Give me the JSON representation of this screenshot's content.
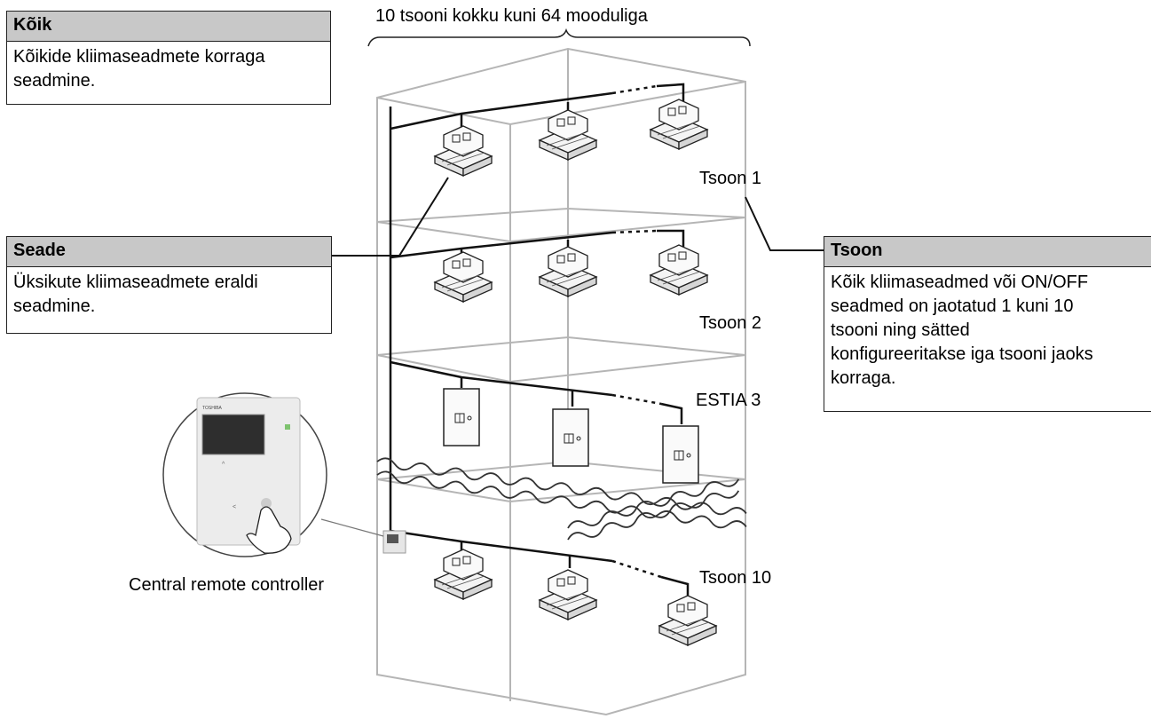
{
  "labels": {
    "top": "10 tsooni kokku kuni 64 mooduliga",
    "zone1": "Tsoon 1",
    "zone2": "Tsoon 2",
    "estia": "ESTIA 3",
    "zone10": "Tsoon 10",
    "controller": "Central remote controller"
  },
  "boxes": {
    "koik": {
      "title": "Kõik",
      "lines": [
        "Kõikide kliimaseadmete korraga",
        "seadmine."
      ]
    },
    "seade": {
      "title": "Seade",
      "lines": [
        "Üksikute kliimaseadmete eraldi",
        "seadmine."
      ]
    },
    "tsoon": {
      "title": "Tsoon",
      "lines": [
        "Kõik kliimaseadmed või ON/OFF",
        "seadmed on jaotatud 1 kuni 10",
        "tsooni ning sätted",
        "konfigureeritakse iga tsooni jaoks",
        "korraga."
      ]
    }
  },
  "controller_brand": "TOSHIBA"
}
